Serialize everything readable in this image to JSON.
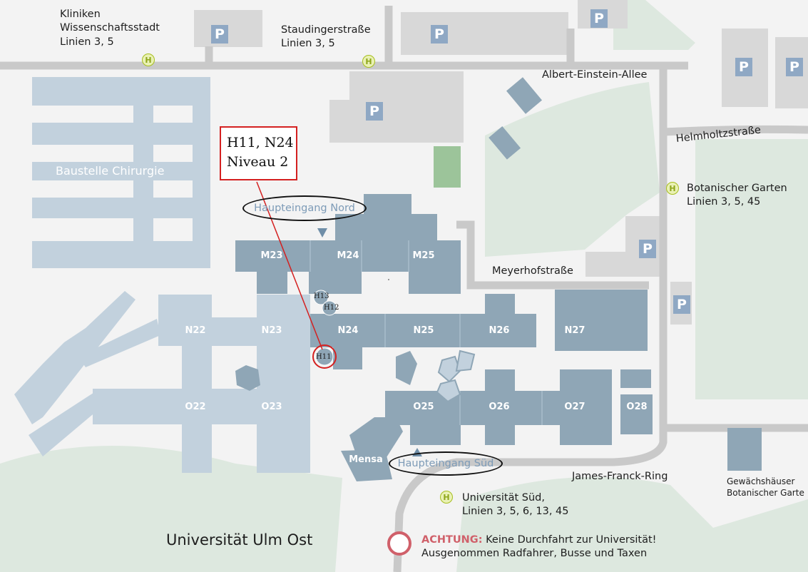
{
  "map": {
    "campus_title": "Universität Ulm Ost",
    "stops": {
      "kliniken": [
        "Kliniken",
        "Wissenschaftsstadt",
        "Linien 3, 5"
      ],
      "staudinger": [
        "Staudingerstraße",
        "Linien 3, 5"
      ],
      "botanischer_garten": [
        "Botanischer Garten",
        "Linien 3, 5, 45"
      ],
      "uni_sued": [
        "Universität Süd,",
        "Linien 3, 5, 6, 13, 45"
      ]
    },
    "streets": {
      "albert_einstein": "Albert-Einstein-Allee",
      "helmholtz": "Helmholtzstraße",
      "meyerhof": "Meyerhofstraße",
      "james_franck": "James-Franck-Ring"
    },
    "areas": {
      "baustelle": "Baustelle Chirurgie",
      "gewaechshaeuser": [
        "Gewächshäuser",
        "Botanischer Garte"
      ]
    },
    "entrances": {
      "nord": "Haupteingang Nord",
      "sued": "Haupteingang Süd"
    },
    "buildings": [
      "M23",
      "M24",
      "M25",
      "N22",
      "N23",
      "N24",
      "N25",
      "N26",
      "N27",
      "O22",
      "O23",
      "O25",
      "O26",
      "O27",
      "O28",
      "Mensa"
    ],
    "rooms": [
      "H13",
      "H12",
      "H11"
    ],
    "parking_symbol": "P",
    "stop_symbol": "H",
    "callout": [
      "H11, N24",
      "Niveau 2"
    ],
    "notice": {
      "title": "ACHTUNG:",
      "line1": "Keine Durchfahrt zur Universität!",
      "line2": "Ausgenommen Radfahrer, Busse und Taxen"
    },
    "colors": {
      "background": "#f3f3f3",
      "road": "#c9c9c9",
      "building_dark": "#8fa6b6",
      "building_light": "#c2d1dd",
      "green_area": "#dde8df",
      "sports_field": "#9cc49a",
      "parking": "#d8d8d8",
      "highlight": "#d42020"
    }
  }
}
